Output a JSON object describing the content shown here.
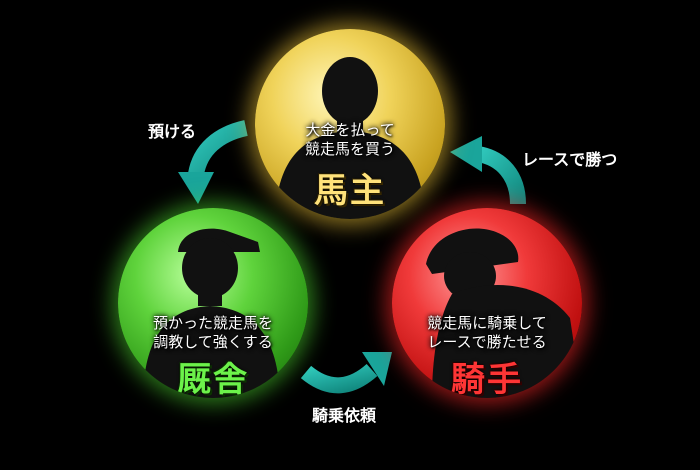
{
  "nodes": {
    "owner": {
      "desc_line1": "大金を払って",
      "desc_line2": "競走馬を買う",
      "name": "馬主"
    },
    "stable": {
      "desc_line1": "預かった競走馬を",
      "desc_line2": "調教して強くする",
      "name": "厩舎"
    },
    "jockey": {
      "desc_line1": "競走馬に騎乗して",
      "desc_line2": "レースで勝たせる",
      "name": "騎手"
    }
  },
  "edges": {
    "owner_to_stable": "預ける",
    "stable_to_jockey": "騎乗依頼",
    "jockey_to_owner": "レースで勝つ"
  },
  "colors": {
    "background": "#000000",
    "arrow": "#1aa59b",
    "owner": "#f0d35a",
    "stable": "#5fd33c",
    "jockey": "#f03a3a"
  }
}
